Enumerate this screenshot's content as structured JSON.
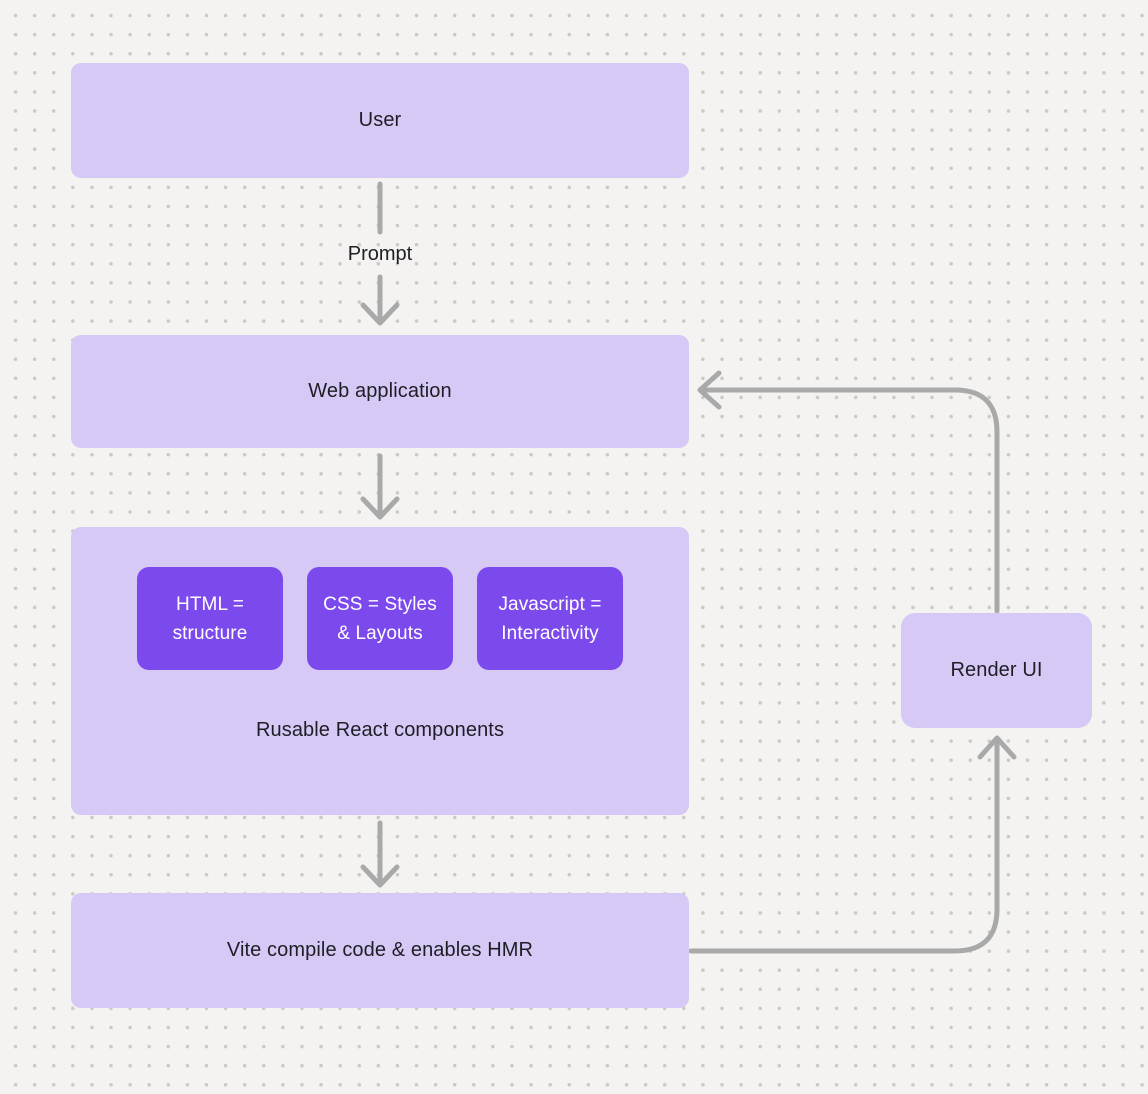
{
  "diagram": {
    "nodes": {
      "user": {
        "label": "User"
      },
      "web_application": {
        "label": "Web application"
      },
      "components_group": {
        "caption": "Rusable React components",
        "children": [
          {
            "label": "HTML = structure"
          },
          {
            "label": "CSS = Styles & Layouts"
          },
          {
            "label": "Javascript = Interactivity"
          }
        ]
      },
      "vite": {
        "label": "Vite compile code & enables HMR"
      },
      "render_ui": {
        "label": "Render UI"
      }
    },
    "edges": [
      {
        "from": "user",
        "to": "web_application",
        "label": "Prompt"
      },
      {
        "from": "web_application",
        "to": "components_group",
        "label": ""
      },
      {
        "from": "components_group",
        "to": "vite",
        "label": ""
      },
      {
        "from": "vite",
        "to": "render_ui",
        "label": ""
      },
      {
        "from": "render_ui",
        "to": "web_application",
        "label": ""
      }
    ],
    "colors": {
      "background": "#f4f3f1",
      "dot": "#cbc9c4",
      "node_fill_light": "#d7c9f6",
      "node_fill_dark": "#7c49ec",
      "text_dark": "#1e1e24",
      "text_light": "#ffffff",
      "arrow": "#a9a9a9"
    }
  }
}
